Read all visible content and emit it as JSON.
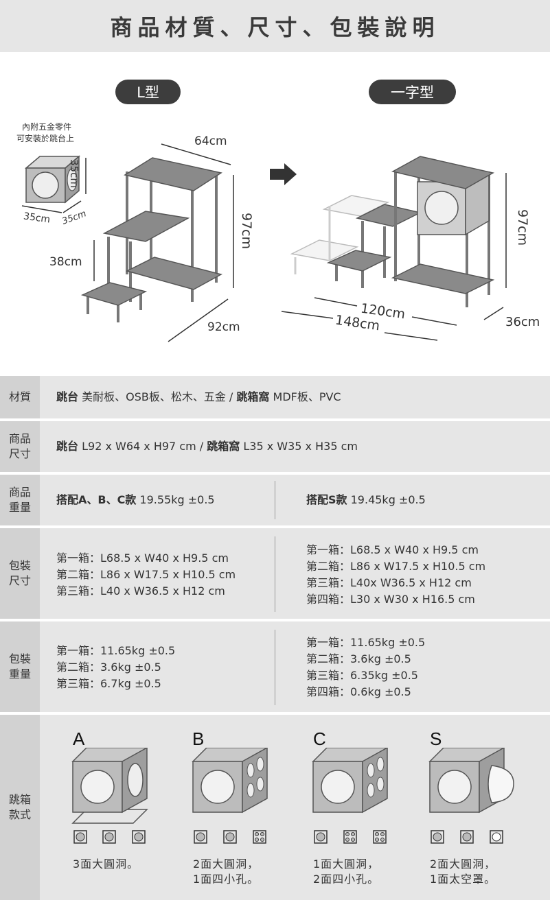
{
  "title": "商品材質、尺寸、包裝說明",
  "diagram": {
    "l_type_label": "L型",
    "straight_type_label": "一字型",
    "note_line1": "內附五金零件",
    "note_line2": "可安裝於跳台上",
    "cube_h": "35cm",
    "cube_w": "35cm",
    "cube_d": "35cm",
    "l_width": "64cm",
    "l_height": "97cm",
    "l_step": "38cm",
    "l_length": "92cm",
    "s_height": "97cm",
    "s_len1": "120cm",
    "s_len2": "148cm",
    "s_depth": "36cm"
  },
  "rows": {
    "material": {
      "label": "材質",
      "bold1": "跳台",
      "text1": " 美耐板、OSB板、松木、五金 / ",
      "bold2": "跳箱窩",
      "text2": " MDF板、PVC"
    },
    "size": {
      "label_1": "商品",
      "label_2": "尺寸",
      "bold1": "跳台",
      "text1": " L92 x W64 x H97 cm / ",
      "bold2": "跳箱窩",
      "text2": " L35 x W35 x H35 cm"
    },
    "weight": {
      "label_1": "商品",
      "label_2": "重量",
      "left_bold": "搭配A、B、C款",
      "left_text": " 19.55kg ±0.5",
      "right_bold": "搭配S款",
      "right_text": " 19.45kg ±0.5"
    },
    "pack_size": {
      "label_1": "包裝",
      "label_2": "尺寸",
      "left": [
        "第一箱：L68.5 x W40 x H9.5 cm",
        "第二箱：L86 x W17.5 x H10.5 cm",
        "第三箱：L40 x W36.5 x H12 cm"
      ],
      "right": [
        "第一箱：L68.5 x W40 x H9.5 cm",
        "第二箱：L86 x W17.5 x H10.5 cm",
        "第三箱：L40x W36.5 x H12 cm",
        "第四箱：L30 x W30 x H16.5 cm"
      ]
    },
    "pack_weight": {
      "label_1": "包裝",
      "label_2": "重量",
      "left": [
        "第一箱：11.65kg ±0.5",
        "第二箱：3.6kg ±0.5",
        "第三箱：6.7kg ±0.5"
      ],
      "right": [
        "第一箱：11.65kg ±0.5",
        "第二箱：3.6kg ±0.5",
        "第三箱：6.35kg ±0.5",
        "第四箱：0.6kg ±0.5"
      ]
    },
    "box_styles": {
      "label_1": "跳箱",
      "label_2": "款式",
      "items": [
        {
          "letter": "A",
          "caption1": "3面大圓洞。",
          "caption2": ""
        },
        {
          "letter": "B",
          "caption1": "2面大圓洞，",
          "caption2": "1面四小孔。"
        },
        {
          "letter": "C",
          "caption1": "1面大圓洞，",
          "caption2": "2面四小孔。"
        },
        {
          "letter": "S",
          "caption1": "2面大圓洞，",
          "caption2": "1面太空罩。"
        }
      ]
    }
  }
}
